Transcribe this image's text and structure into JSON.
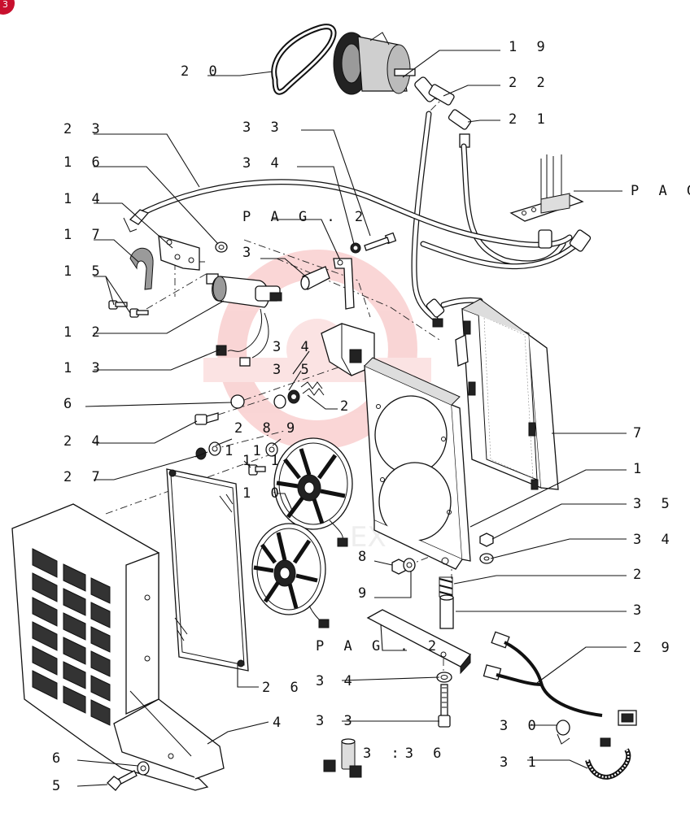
{
  "page_badge": "3",
  "watermark": "EX",
  "labels": {
    "l20": "2 0",
    "l19": "1 9",
    "l22": "2 2",
    "l21": "2 1",
    "l23": "2 3",
    "l33a": "3 3",
    "l16": "1 6",
    "l34a": "3 4",
    "l14": "1 4",
    "pag_right": "P A G .",
    "pag_top": "P A G . 2",
    "l17": "1 7",
    "l3a": "3",
    "l15": "1 5",
    "l12": "1 2",
    "l34b": "3 4",
    "l13": "1 3",
    "l35a": "3 5",
    "l6a": "6",
    "l2a": "2",
    "l24": "2 4",
    "l28": "2 8",
    "l9a": "9",
    "l7": "7",
    "l11a": "1 1",
    "l11b": "1 1",
    "l27": "2 7",
    "l1": "1",
    "l10": "1 0",
    "l35b": "3 5",
    "l34c": "3 4",
    "l8": "8",
    "l9b": "9",
    "l2b": "2",
    "l3b": "3",
    "pag_bottom": "P A G . 2",
    "l29": "2 9",
    "l26": "2 6",
    "l34d": "3 4",
    "l33b": "3 3",
    "l4": "4",
    "l30": "3 0",
    "l36": "3 :3 6",
    "l6b": "6",
    "l31": "3 1",
    "l5": "5"
  }
}
